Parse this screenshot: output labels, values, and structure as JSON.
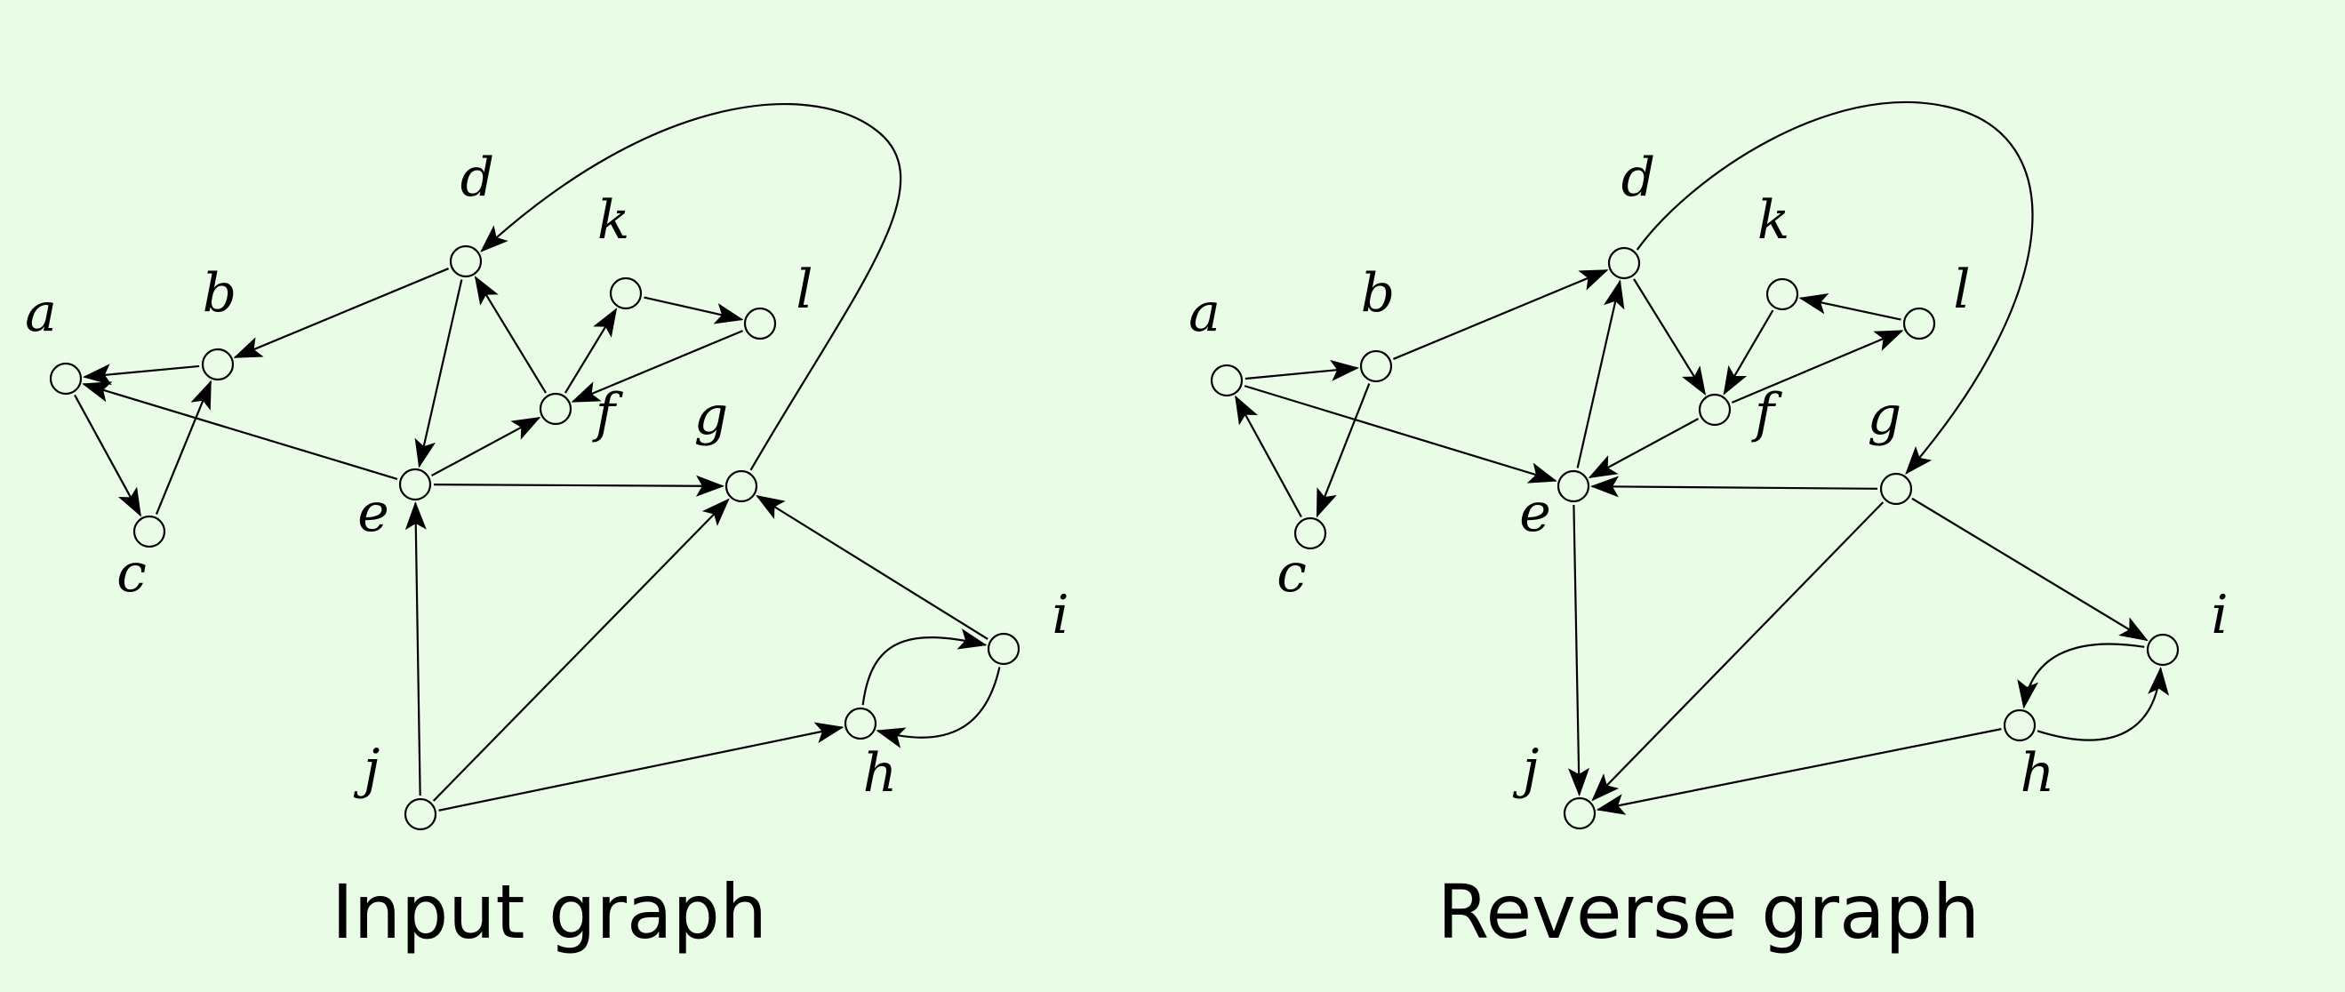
{
  "colors": {
    "background": "#e8fce6",
    "ink": "#000000"
  },
  "panels": [
    {
      "id": "input",
      "caption": "Input graph",
      "nodes": [
        {
          "id": "a",
          "label": "a"
        },
        {
          "id": "b",
          "label": "b"
        },
        {
          "id": "c",
          "label": "c"
        },
        {
          "id": "d",
          "label": "d"
        },
        {
          "id": "e",
          "label": "e"
        },
        {
          "id": "f",
          "label": "f"
        },
        {
          "id": "g",
          "label": "g"
        },
        {
          "id": "h",
          "label": "h"
        },
        {
          "id": "i",
          "label": "i"
        },
        {
          "id": "j",
          "label": "j"
        },
        {
          "id": "k",
          "label": "k"
        },
        {
          "id": "l",
          "label": "l"
        }
      ],
      "edges": [
        {
          "from": "a",
          "to": "c"
        },
        {
          "from": "c",
          "to": "b"
        },
        {
          "from": "b",
          "to": "a"
        },
        {
          "from": "d",
          "to": "b"
        },
        {
          "from": "d",
          "to": "e"
        },
        {
          "from": "e",
          "to": "a"
        },
        {
          "from": "e",
          "to": "f"
        },
        {
          "from": "e",
          "to": "g"
        },
        {
          "from": "f",
          "to": "d"
        },
        {
          "from": "f",
          "to": "k"
        },
        {
          "from": "k",
          "to": "l"
        },
        {
          "from": "l",
          "to": "f"
        },
        {
          "from": "g",
          "to": "d"
        },
        {
          "from": "j",
          "to": "e"
        },
        {
          "from": "j",
          "to": "g"
        },
        {
          "from": "j",
          "to": "h"
        },
        {
          "from": "i",
          "to": "g"
        },
        {
          "from": "h",
          "to": "i"
        },
        {
          "from": "i",
          "to": "h"
        }
      ]
    },
    {
      "id": "reverse",
      "caption": "Reverse graph",
      "nodes": [
        {
          "id": "a",
          "label": "a"
        },
        {
          "id": "b",
          "label": "b"
        },
        {
          "id": "c",
          "label": "c"
        },
        {
          "id": "d",
          "label": "d"
        },
        {
          "id": "e",
          "label": "e"
        },
        {
          "id": "f",
          "label": "f"
        },
        {
          "id": "g",
          "label": "g"
        },
        {
          "id": "h",
          "label": "h"
        },
        {
          "id": "i",
          "label": "i"
        },
        {
          "id": "j",
          "label": "j"
        },
        {
          "id": "k",
          "label": "k"
        },
        {
          "id": "l",
          "label": "l"
        }
      ],
      "edges": [
        {
          "from": "c",
          "to": "a"
        },
        {
          "from": "b",
          "to": "c"
        },
        {
          "from": "a",
          "to": "b"
        },
        {
          "from": "b",
          "to": "d"
        },
        {
          "from": "e",
          "to": "d"
        },
        {
          "from": "a",
          "to": "e"
        },
        {
          "from": "f",
          "to": "e"
        },
        {
          "from": "g",
          "to": "e"
        },
        {
          "from": "d",
          "to": "f"
        },
        {
          "from": "k",
          "to": "f"
        },
        {
          "from": "l",
          "to": "k"
        },
        {
          "from": "f",
          "to": "l"
        },
        {
          "from": "d",
          "to": "g"
        },
        {
          "from": "e",
          "to": "j"
        },
        {
          "from": "g",
          "to": "j"
        },
        {
          "from": "h",
          "to": "j"
        },
        {
          "from": "g",
          "to": "i"
        },
        {
          "from": "i",
          "to": "h"
        },
        {
          "from": "h",
          "to": "i"
        }
      ]
    }
  ]
}
